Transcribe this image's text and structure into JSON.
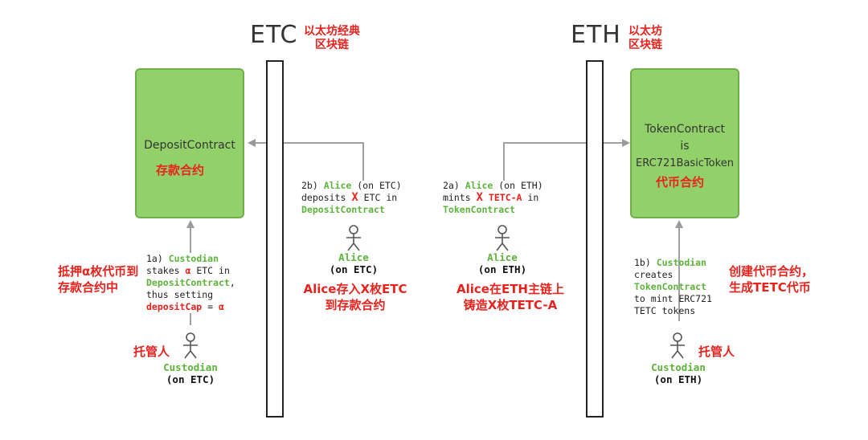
{
  "chains": {
    "etc": {
      "title": "ETC",
      "cn_line1": "以太坊经典",
      "cn_line2": "区块链"
    },
    "eth": {
      "title": "ETH",
      "cn_line1": "以太坊",
      "cn_line2": "区块链"
    }
  },
  "deposit_contract": {
    "label": "DepositContract",
    "cn": "存款合约"
  },
  "token_contract": {
    "line1": "TokenContract",
    "line2": "is",
    "line3": "ERC721BasicToken",
    "cn": "代币合约"
  },
  "step_1a": {
    "l1_prefix": "1a) ",
    "l1_actor": "Custodian",
    "l2_prefix": "stakes ",
    "l2_alpha": "α",
    "l2_suffix": " ETC in",
    "l3_contract": "DepositContract",
    "l3_suffix": ",",
    "l4": "thus setting",
    "l5_var": "depositCap",
    "l5_eq": " = ",
    "l5_alpha": "α"
  },
  "step_1a_cn": {
    "line1": "抵押α枚代币到",
    "line2": "存款合约中"
  },
  "step_2b": {
    "l1_prefix": "2b) ",
    "l1_actor": "Alice",
    "l1_suffix": " (on ETC)",
    "l2_prefix": "deposits ",
    "l2_x": "X",
    "l2_suffix": " ETC in",
    "l3_contract": "DepositContract"
  },
  "step_2a": {
    "l1_prefix": "2a) ",
    "l1_actor": "Alice",
    "l1_suffix": " (on ETH)",
    "l2_prefix": "mints ",
    "l2_x": "X",
    "l2_space": " ",
    "l2_token": "TETC-A",
    "l2_suffix": " in",
    "l3_contract": "TokenContract"
  },
  "step_1b": {
    "l1_prefix": "1b) ",
    "l1_actor": "Custodian",
    "l2": "creates",
    "l3_contract": "TokenContract",
    "l4": "to mint ERC721",
    "l5": "TETC tokens"
  },
  "step_1b_cn": {
    "line1": "创建代币合约，",
    "line2": "生成TETC代币"
  },
  "alice_etc": {
    "name": "Alice",
    "chain": "(on ETC)",
    "cn1": "Alice存入X枚ETC",
    "cn2": "到存款合约"
  },
  "alice_eth": {
    "name": "Alice",
    "chain": "(on ETH)",
    "cn1": "Alice在ETH主链上",
    "cn2": "铸造X枚TETC-A"
  },
  "custodian_etc": {
    "name": "Custodian",
    "chain": "(on ETC)",
    "cn": "托管人"
  },
  "custodian_eth": {
    "name": "Custodian",
    "chain": "(on ETH)",
    "cn": "托管人"
  },
  "colors": {
    "green": "#5db33b",
    "red": "#e8231d",
    "box_fill": "#92d16a",
    "arrow": "#a0a0a0"
  }
}
